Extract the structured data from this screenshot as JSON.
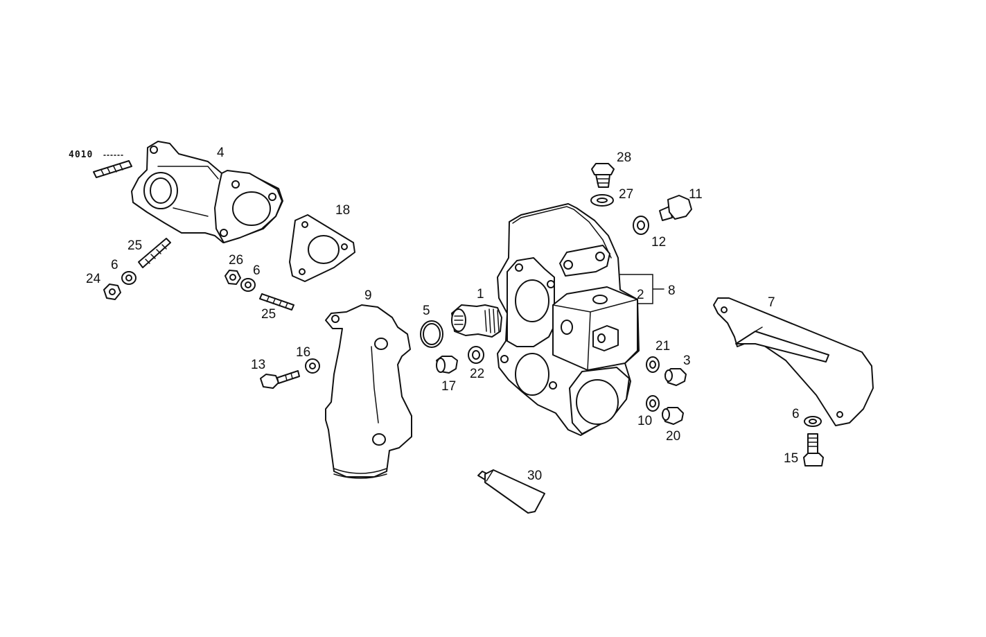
{
  "callouts": {
    "ref": "4010",
    "c1": "1",
    "c2": "2",
    "c3": "3",
    "c4": "4",
    "c5": "5",
    "c6a": "6",
    "c6b": "6",
    "c6c": "6",
    "c7": "7",
    "c8": "8",
    "c9": "9",
    "c10": "10",
    "c11": "11",
    "c12": "12",
    "c13": "13",
    "c15": "15",
    "c16": "16",
    "c17": "17",
    "c18": "18",
    "c20": "20",
    "c21": "21",
    "c22": "22",
    "c24": "24",
    "c25a": "25",
    "c25b": "25",
    "c26": "26",
    "c27": "27",
    "c28": "28",
    "c30": "30"
  }
}
